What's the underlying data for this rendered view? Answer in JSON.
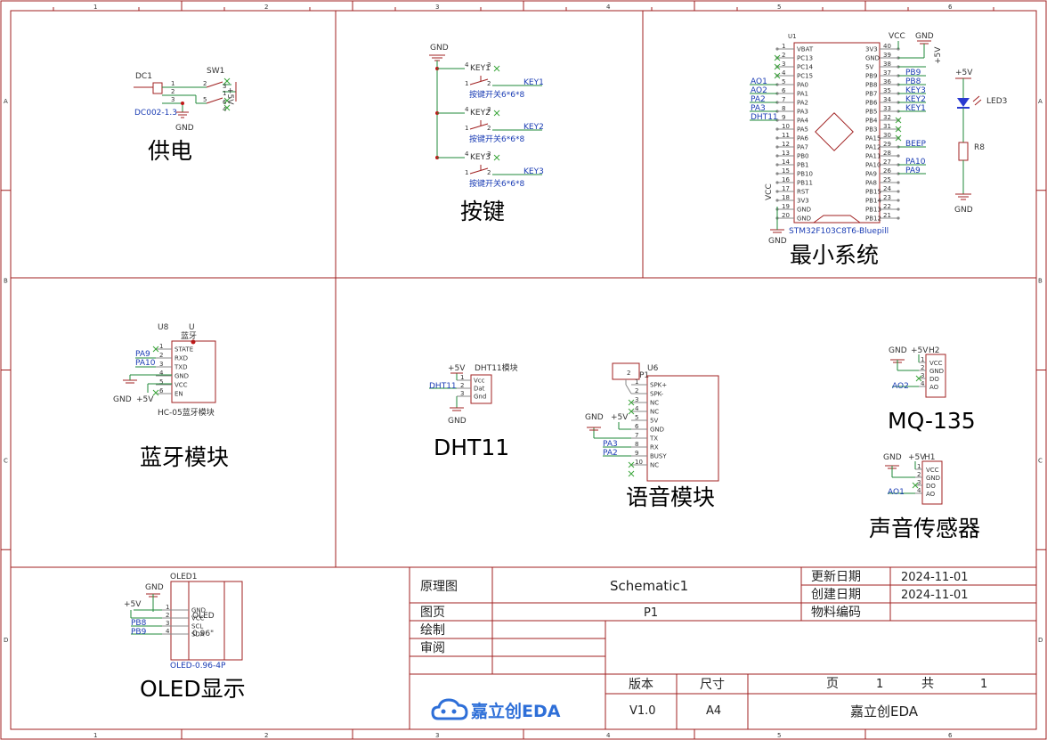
{
  "sheet": {
    "col_numbers": [
      "1",
      "2",
      "3",
      "4",
      "5",
      "6"
    ],
    "row_letters": [
      "A",
      "B",
      "C",
      "D"
    ]
  },
  "sections": {
    "power": "供电",
    "keys": "按键",
    "min_system": "最小系统",
    "bluetooth": "蓝牙模块",
    "dht": "DHT11",
    "voice": "语音模块",
    "mq": "MQ-135",
    "sound": "声音传感器",
    "oled": "OLED显示"
  },
  "power": {
    "dc_ref": "DC1",
    "dc_value": "DC002-1.3",
    "sw_ref": "SW1",
    "gnd": "GND",
    "vcc": "+5V",
    "dc_pins": [
      "1",
      "2",
      "3"
    ],
    "sw_pins": [
      "1",
      "2",
      "3",
      "4",
      "5",
      "6"
    ]
  },
  "keys": {
    "gnd": "GND",
    "items": [
      {
        "ref": "KEY1",
        "value": "按键开关6*6*8",
        "net": "KEY1"
      },
      {
        "ref": "KEY2",
        "value": "按键开关6*6*8",
        "net": "KEY2"
      },
      {
        "ref": "KEY3",
        "value": "按键开关6*6*8",
        "net": "KEY3"
      }
    ],
    "pins": [
      "4",
      "3",
      "1",
      "2"
    ]
  },
  "mcu": {
    "ref": "U1",
    "value": "STM32F103C8T6-Bluepill",
    "left_pins": [
      {
        "num": "1",
        "name": "VBAT"
      },
      {
        "num": "2",
        "name": "PC13"
      },
      {
        "num": "3",
        "name": "PC14"
      },
      {
        "num": "4",
        "name": "PC15"
      },
      {
        "num": "5",
        "name": "PA0"
      },
      {
        "num": "6",
        "name": "PA1"
      },
      {
        "num": "7",
        "name": "PA2"
      },
      {
        "num": "8",
        "name": "PA3"
      },
      {
        "num": "9",
        "name": "PA4"
      },
      {
        "num": "10",
        "name": "PA5"
      },
      {
        "num": "11",
        "name": "PA6"
      },
      {
        "num": "12",
        "name": "PA7"
      },
      {
        "num": "13",
        "name": "PB0"
      },
      {
        "num": "14",
        "name": "PB1"
      },
      {
        "num": "15",
        "name": "PB10"
      },
      {
        "num": "16",
        "name": "PB11"
      },
      {
        "num": "17",
        "name": "RST"
      },
      {
        "num": "18",
        "name": "3V3"
      },
      {
        "num": "19",
        "name": "GND"
      },
      {
        "num": "20",
        "name": "GND"
      }
    ],
    "right_pins": [
      {
        "num": "40",
        "name": "3V3"
      },
      {
        "num": "39",
        "name": "GND"
      },
      {
        "num": "38",
        "name": "5V"
      },
      {
        "num": "37",
        "name": "PB9"
      },
      {
        "num": "36",
        "name": "PB8"
      },
      {
        "num": "35",
        "name": "PB7"
      },
      {
        "num": "34",
        "name": "PB6"
      },
      {
        "num": "33",
        "name": "PB5"
      },
      {
        "num": "32",
        "name": "PB4"
      },
      {
        "num": "31",
        "name": "PB3"
      },
      {
        "num": "30",
        "name": "PA15"
      },
      {
        "num": "29",
        "name": "PA12"
      },
      {
        "num": "28",
        "name": "PA11"
      },
      {
        "num": "27",
        "name": "PA10"
      },
      {
        "num": "26",
        "name": "PA9"
      },
      {
        "num": "25",
        "name": "PA8"
      },
      {
        "num": "24",
        "name": "PB15"
      },
      {
        "num": "23",
        "name": "PB14"
      },
      {
        "num": "22",
        "name": "PB13"
      },
      {
        "num": "21",
        "name": "PB12"
      }
    ],
    "left_nets": [
      "AO1",
      "AO2",
      "PA2",
      "PA3",
      "DHT11"
    ],
    "right_nets": [
      "PB9",
      "PB8",
      "KEY3",
      "KEY2",
      "KEY1",
      "BEEP",
      "PA10",
      "PA9"
    ],
    "vcc": "VCC",
    "gnd": "GND",
    "p5v": "+5V"
  },
  "led": {
    "ref": "LED3",
    "res": "R8",
    "p5v": "+5V",
    "gnd": "GND"
  },
  "bluetooth": {
    "ref": "U8",
    "sub": "U",
    "name": "蓝牙",
    "value": "HC-05蓝牙模块",
    "pins": [
      {
        "num": "1",
        "name": "STATE"
      },
      {
        "num": "2",
        "name": "RXD"
      },
      {
        "num": "3",
        "name": "TXD"
      },
      {
        "num": "4",
        "name": "GND"
      },
      {
        "num": "5",
        "name": "VCC"
      },
      {
        "num": "6",
        "name": "EN"
      }
    ],
    "nets": [
      "PA9",
      "PA10"
    ],
    "gnd": "GND",
    "p5v": "+5V"
  },
  "dht": {
    "value": "DHT11模块",
    "net": "DHT11",
    "p5v": "+5V",
    "gnd": "GND",
    "pins": [
      {
        "num": "1",
        "name": "Vcc"
      },
      {
        "num": "2",
        "name": "Dat"
      },
      {
        "num": "3",
        "name": "Gnd"
      }
    ]
  },
  "voice": {
    "ref": "U6",
    "p1": "P1",
    "gnd": "GND",
    "p5v": "+5V",
    "nets": [
      "PA3",
      "PA2"
    ],
    "pins": [
      {
        "num": "1",
        "name": "SPK+"
      },
      {
        "num": "2",
        "name": "SPK-"
      },
      {
        "num": "3",
        "name": "NC"
      },
      {
        "num": "4",
        "name": "NC"
      },
      {
        "num": "5",
        "name": "5V"
      },
      {
        "num": "6",
        "name": "GND"
      },
      {
        "num": "7",
        "name": "TX"
      },
      {
        "num": "8",
        "name": "RX"
      },
      {
        "num": "9",
        "name": "BUSY"
      },
      {
        "num": "10",
        "name": "NC"
      }
    ]
  },
  "mq": {
    "ref": "H2",
    "gnd": "GND",
    "p5v": "+5V",
    "net": "AO2",
    "pins": [
      "VCC",
      "GND",
      "DO",
      "AO"
    ],
    "nums": [
      "1",
      "2",
      "3",
      "4"
    ]
  },
  "sound": {
    "ref": "H1",
    "gnd": "GND",
    "p5v": "+5V",
    "net": "AO1",
    "pins": [
      "VCC",
      "GND",
      "DO",
      "AO"
    ],
    "nums": [
      "1",
      "2",
      "3",
      "4"
    ]
  },
  "oled": {
    "ref": "OLED1",
    "value": "OLED-0.96-4P",
    "gnd": "GND",
    "p5v": "+5V",
    "nets": [
      "PB8",
      "PB9"
    ],
    "pins": [
      {
        "num": "1",
        "name": "GND"
      },
      {
        "num": "2",
        "name": "VCC"
      },
      {
        "num": "3",
        "name": "SCL"
      },
      {
        "num": "4",
        "name": "SDA"
      }
    ],
    "label1": "OLED",
    "label2": "0.96\""
  },
  "title_block": {
    "schematic_label": "原理图",
    "schematic_name": "Schematic1",
    "page_label": "图页",
    "page_value": "P1",
    "draw_label": "绘制",
    "review_label": "审阅",
    "update_label": "更新日期",
    "update_value": "2024-11-01",
    "create_label": "创建日期",
    "create_value": "2024-11-01",
    "bom_label": "物料编码",
    "logo": "嘉立创EDA",
    "version_label": "版本",
    "version_value": "V1.0",
    "size_label": "尺寸",
    "size_value": "A4",
    "page_word": "页",
    "page_num": "1",
    "total_word": "共",
    "total_num": "1",
    "company": "嘉立创EDA"
  }
}
